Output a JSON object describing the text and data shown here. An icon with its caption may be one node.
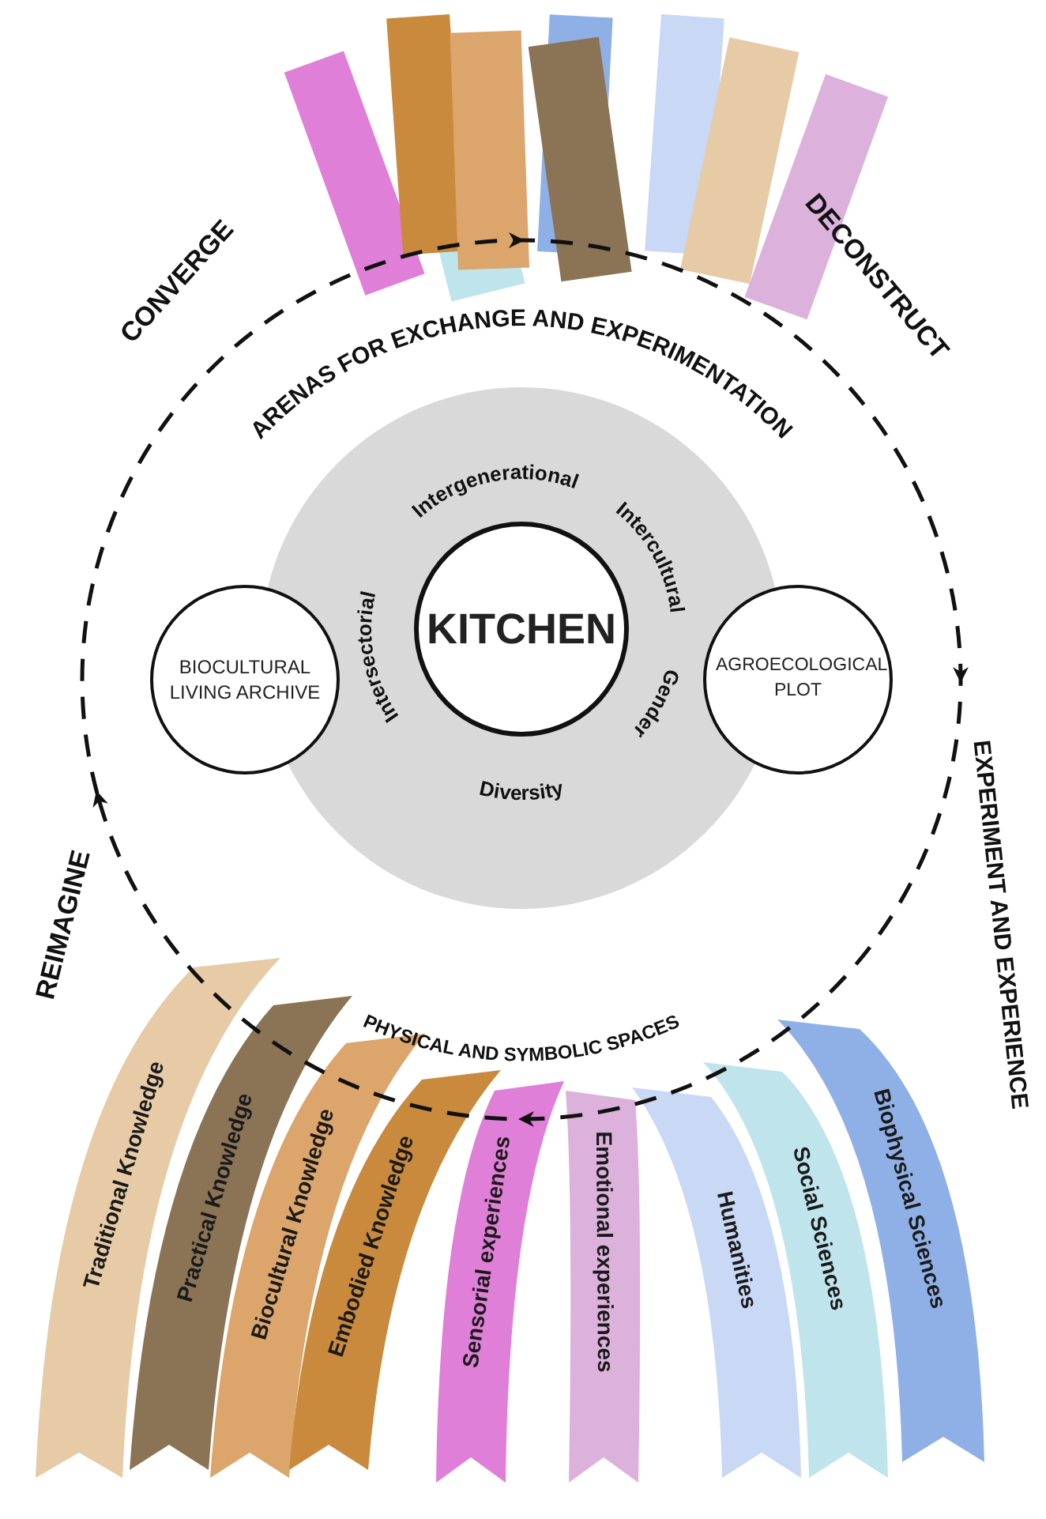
{
  "diagram": {
    "nodes": [
      {
        "text": [
          "Intergenerational",
          "Intercultural",
          "Gender",
          "Diversity",
          "Intersectorial"
        ]
      },
      {
        "text": [
          "KITCHEN"
        ],
        "in": 0
      },
      {
        "text": [
          "BIOCULTURAL LIVING ARCHIVE"
        ]
      },
      {
        "text": [
          "AGROECOLOGICAL PLOT"
        ]
      },
      {
        "text": [
          "Traditional Knowledge"
        ]
      },
      {
        "text": [
          "Practical Knowledge"
        ]
      },
      {
        "text": [
          "Biocultural Knowledge"
        ]
      },
      {
        "text": [
          "Embodied Knowledge"
        ]
      },
      {
        "text": [
          "Sensorial experiences"
        ]
      },
      {
        "text": [
          "Emotional experiences"
        ]
      },
      {
        "text": [
          "Humanities"
        ]
      },
      {
        "text": [
          "Social Sciences"
        ]
      },
      {
        "text": [
          "Biophysical Sciences"
        ]
      }
    ],
    "labels": [
      "CONVERGE",
      "ARENAS FOR EXCHANGE AND EXPERIMENTATION",
      "DECONSTRUCT",
      "EXPERIMENT AND EXPERIENCE",
      "REIMAGINE",
      "PHYSICAL AND SYMBOLIC SPACES"
    ]
  }
}
